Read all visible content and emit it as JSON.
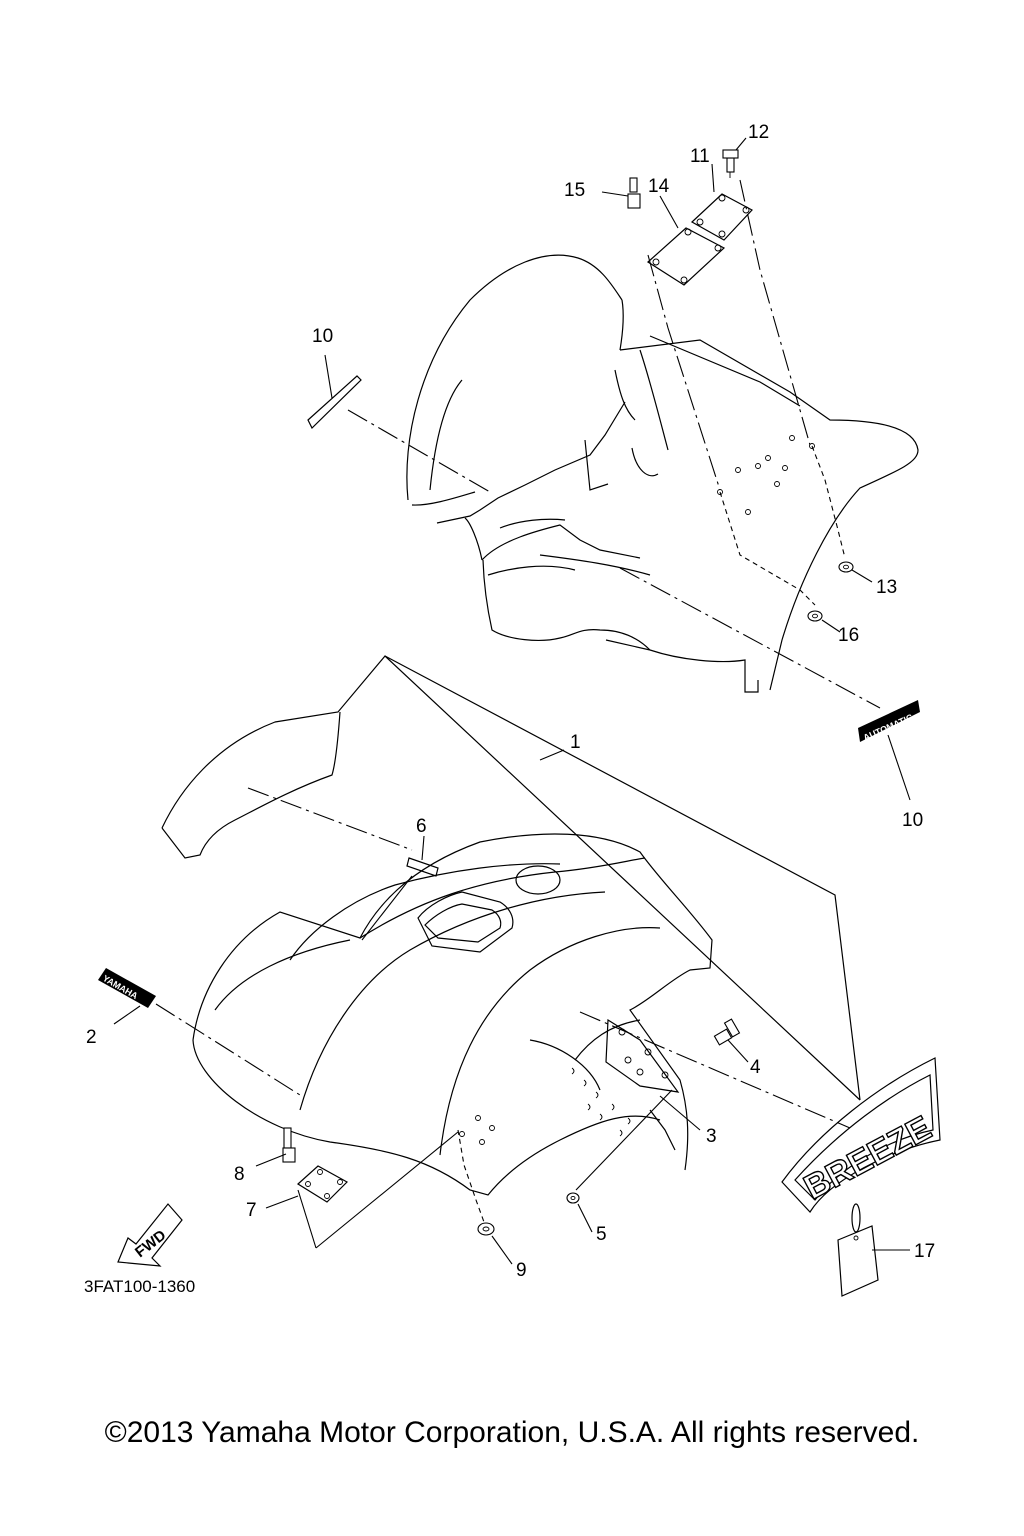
{
  "diagram": {
    "drawing_code": "3FAT100-1360",
    "fwd_label": "FWD",
    "decal_texts": {
      "yamaha": "YAMAHA",
      "automatic": "AUTOMATIC",
      "breeze": "BREEZE"
    },
    "callouts": [
      "1",
      "2",
      "3",
      "4",
      "5",
      "6",
      "7",
      "8",
      "9",
      "10",
      "10",
      "11",
      "12",
      "13",
      "14",
      "15",
      "16",
      "17"
    ]
  },
  "footer": {
    "copyright": "©2013 Yamaha Motor Corporation, U.S.A. All rights reserved."
  }
}
